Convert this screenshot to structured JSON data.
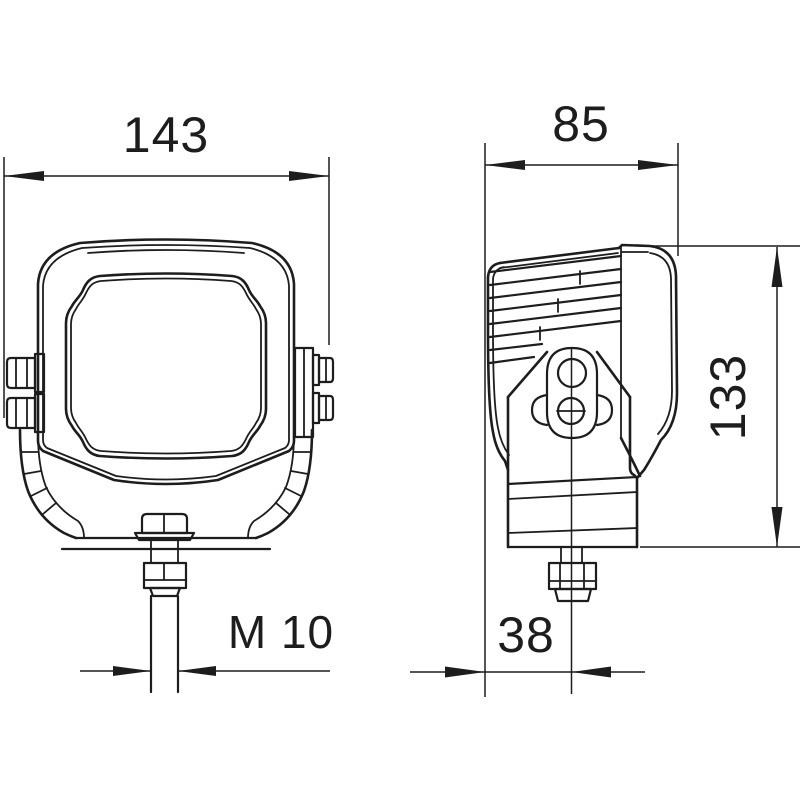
{
  "colors": {
    "background": "#ffffff",
    "line": "#1d1d1d"
  },
  "dimensions": {
    "front_width": "143",
    "side_depth": "85",
    "side_height": "133",
    "stud_offset": "38",
    "thread_size": "M 10"
  }
}
